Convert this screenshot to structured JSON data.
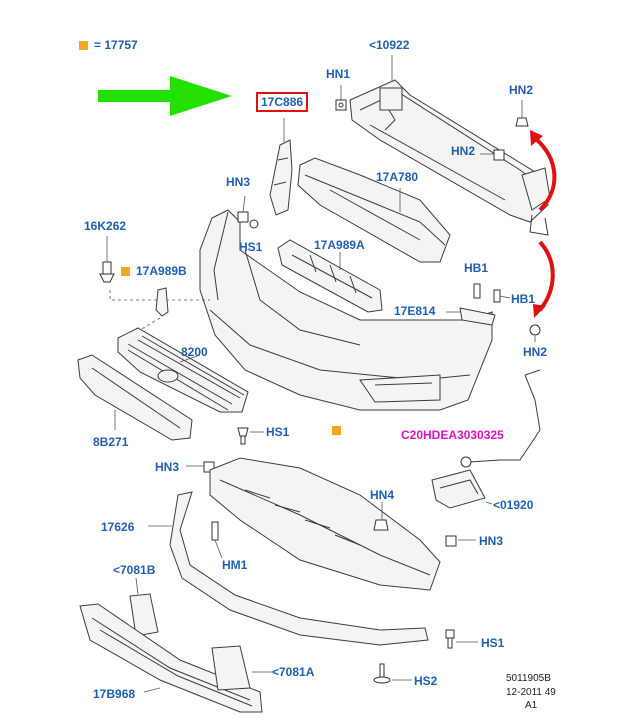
{
  "legend": {
    "square_color": "#f5a623",
    "text": "= 17757"
  },
  "labels": {
    "p10922": "<10922",
    "hn1": "HN1",
    "hn2_top": "HN2",
    "p17c886": "17C886",
    "hn2_mid": "HN2",
    "p17a780": "17A780",
    "hn3_top": "HN3",
    "hs1_top": "HS1",
    "p16k262": "16K262",
    "p17a989a": "17A989A",
    "p17a989b": "17A989B",
    "hb1_top": "HB1",
    "hb1_right": "HB1",
    "p17e814": "17E814",
    "hn2_bot": "HN2",
    "p8200": "8200",
    "p8b271": "8B271",
    "hs1_mid": "HS1",
    "wire": "C20HDEA3030325",
    "hn3_mid": "HN3",
    "hn4": "HN4",
    "p01920": "<01920",
    "p17626": "17626",
    "hn3_right": "HN3",
    "hm1": "HM1",
    "p7081b": "<7081B",
    "hs1_bot": "HS1",
    "p7081a": "<7081A",
    "p17b968": "17B968",
    "hs2": "HS2"
  },
  "footer": {
    "ref": "5011905B",
    "date": "12-2011 49",
    "rev": "A1"
  },
  "colors": {
    "label": "#1f5fb0",
    "highlight_box": "#e01010",
    "green_arrow": "#22e000",
    "red_arrow": "#e01010",
    "wire_label": "#e010c8"
  }
}
